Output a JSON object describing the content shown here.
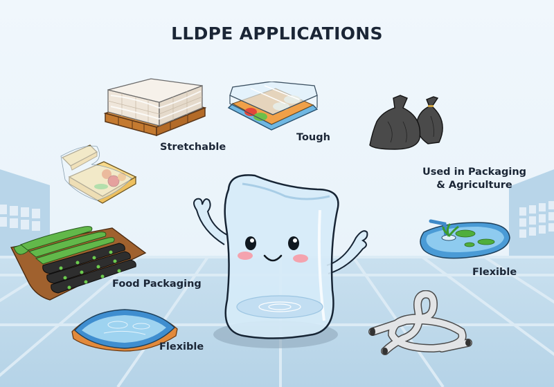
{
  "title": "LLDPE APPLICATIONS",
  "mascot": {
    "name": "lldpe-mascot",
    "description": "smiling transparent plastic film character"
  },
  "colors": {
    "background": "#eef5fb",
    "floor": "#bcd8ea",
    "title_text": "#1b2636",
    "bag": "#3a3a3a",
    "pool_blue": "#4a9bd6",
    "mulch_green": "#5fb845"
  },
  "applications": [
    {
      "id": "pallet-wrap",
      "icon": "pallet-stretch-wrap-icon",
      "label": "Stretchable"
    },
    {
      "id": "food-tray",
      "icon": "covered-food-tray-icon",
      "label": "Tough"
    },
    {
      "id": "trash-bags",
      "icon": "garbage-bags-icon",
      "label": "Used in Packaging\n& Agriculture",
      "label_lines": [
        "Used in Packaging",
        "& Agriculture"
      ]
    },
    {
      "id": "clamshell",
      "icon": "clamshell-food-box-icon",
      "label": ""
    },
    {
      "id": "mulch-film",
      "icon": "agricultural-mulch-film-icon",
      "label": "Food Packaging"
    },
    {
      "id": "pond-liner",
      "icon": "pond-liner-icon",
      "label": "Flexible"
    },
    {
      "id": "pool-liner",
      "icon": "pool-liner-icon",
      "label": "Flexible"
    },
    {
      "id": "tubing",
      "icon": "flexible-tubing-icon",
      "label": ""
    }
  ]
}
